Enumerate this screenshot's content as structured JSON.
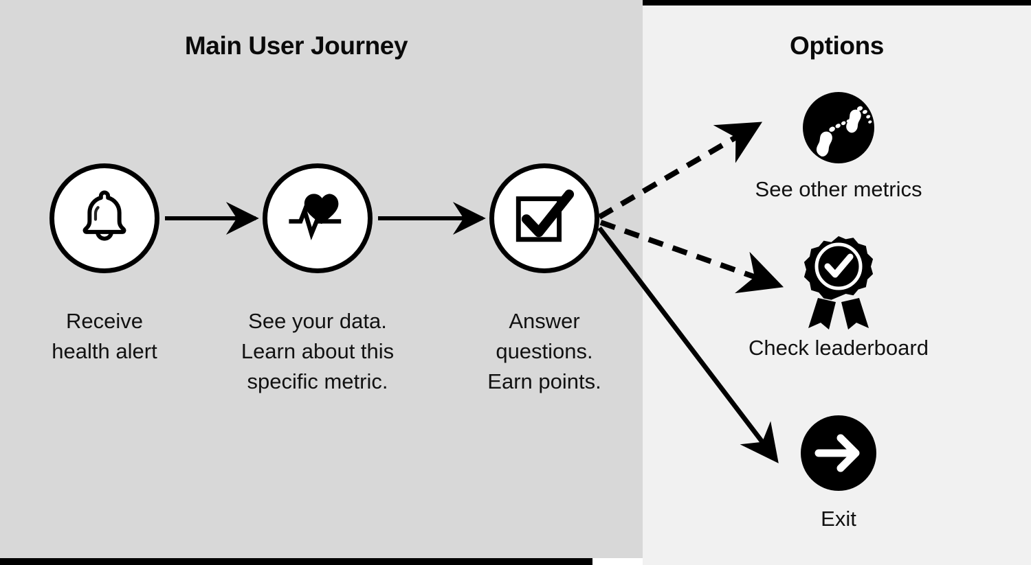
{
  "panels": {
    "left": {
      "title": "Main User Journey",
      "background": "#d8d8d8"
    },
    "right": {
      "title": "Options",
      "background": "#f1f1f1"
    }
  },
  "journey": {
    "steps": [
      {
        "icon": "bell-icon",
        "label": "Receive\nhealth alert"
      },
      {
        "icon": "heartbeat-icon",
        "label": "See your data.\nLearn about this\nspecific metric."
      },
      {
        "icon": "checkbox-check-icon",
        "label": "Answer\nquestions.\nEarn points."
      }
    ],
    "connector_style": "solid-arrow"
  },
  "options": {
    "items": [
      {
        "icon": "footprints-icon",
        "label": "See other metrics",
        "connector": "dashed-arrow"
      },
      {
        "icon": "award-badge-icon",
        "label": "Check leaderboard",
        "connector": "dashed-arrow"
      },
      {
        "icon": "arrow-right-circle-icon",
        "label": "Exit",
        "connector": "solid-arrow"
      }
    ]
  },
  "colors": {
    "ink": "#000000",
    "text": "#111111",
    "left_panel": "#d8d8d8",
    "right_panel": "#f1f1f1",
    "node_fill": "#ffffff"
  }
}
